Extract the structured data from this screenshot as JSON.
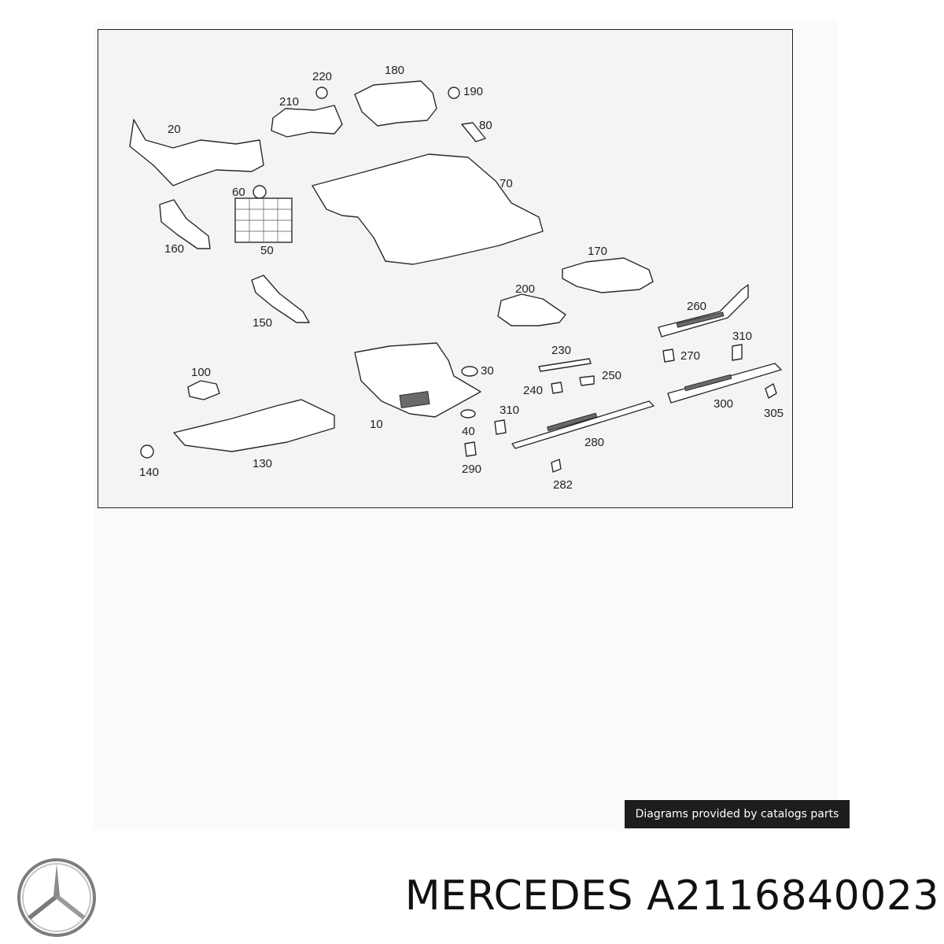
{
  "diagram": {
    "callouts": [
      {
        "id": "p20",
        "label": "20"
      },
      {
        "id": "p220",
        "label": "220"
      },
      {
        "id": "p210",
        "label": "210"
      },
      {
        "id": "p180",
        "label": "180"
      },
      {
        "id": "p190",
        "label": "190"
      },
      {
        "id": "p80",
        "label": "80"
      },
      {
        "id": "p60",
        "label": "60"
      },
      {
        "id": "p70",
        "label": "70"
      },
      {
        "id": "p160",
        "label": "160"
      },
      {
        "id": "p50",
        "label": "50"
      },
      {
        "id": "p170",
        "label": "170"
      },
      {
        "id": "p150",
        "label": "150"
      },
      {
        "id": "p200",
        "label": "200"
      },
      {
        "id": "p260",
        "label": "260"
      },
      {
        "id": "p310a",
        "label": "310"
      },
      {
        "id": "p230",
        "label": "230"
      },
      {
        "id": "p270",
        "label": "270"
      },
      {
        "id": "p100",
        "label": "100"
      },
      {
        "id": "p30",
        "label": "30"
      },
      {
        "id": "p240",
        "label": "240"
      },
      {
        "id": "p250",
        "label": "250"
      },
      {
        "id": "p300",
        "label": "300"
      },
      {
        "id": "p305",
        "label": "305"
      },
      {
        "id": "p10",
        "label": "10"
      },
      {
        "id": "p310b",
        "label": "310"
      },
      {
        "id": "p40",
        "label": "40"
      },
      {
        "id": "p280",
        "label": "280"
      },
      {
        "id": "p130",
        "label": "130"
      },
      {
        "id": "p140",
        "label": "140"
      },
      {
        "id": "p290",
        "label": "290"
      },
      {
        "id": "p282",
        "label": "282"
      }
    ]
  },
  "credit": "Diagrams provided by catalogs parts",
  "brand": {
    "logo_icon": "mercedes-star-icon"
  },
  "title": "MERCEDES A2116840023"
}
